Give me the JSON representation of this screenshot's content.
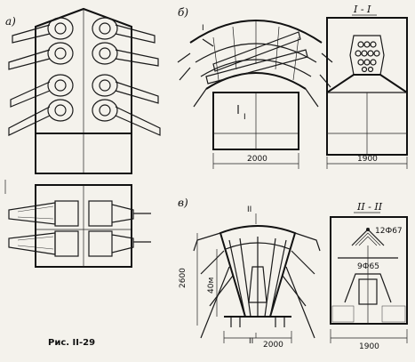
{
  "caption": "Рис. II-29",
  "panels": {
    "a": {
      "label": "а)"
    },
    "b": {
      "label": "б)",
      "section_mark": "I",
      "width_dim": "2000"
    },
    "section_1": {
      "label": "I - I",
      "width_dim": "1900"
    },
    "v": {
      "label": "в)",
      "section_mark": "II",
      "width_dim": "2000",
      "height_dim": "2600",
      "inner_dim": "40м"
    },
    "section_2": {
      "label": "II - II",
      "width_dim": "1900",
      "callout_top": "12Ф67",
      "callout_mid": "9Ф65"
    }
  }
}
